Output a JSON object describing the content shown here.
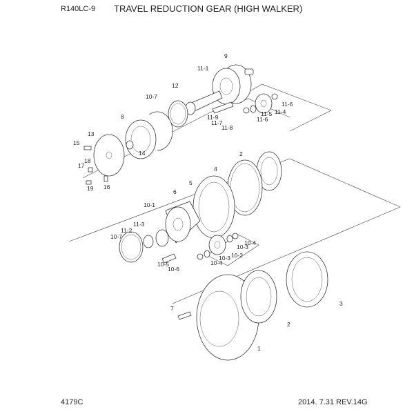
{
  "header": {
    "model": "R140LC-9",
    "title": "TRAVEL REDUCTION GEAR (HIGH WALKER)"
  },
  "footer": {
    "code": "4179C",
    "revision": "2014. 7.31  REV.14G"
  },
  "callouts": [
    "9",
    "11-1",
    "12",
    "10-7",
    "8",
    "11-6",
    "11-5",
    "11-4",
    "11-6",
    "11-9",
    "11-7",
    "11-8",
    "13",
    "15",
    "14",
    "18",
    "17",
    "19",
    "16",
    "2",
    "4",
    "5",
    "6",
    "10-1",
    "11-3",
    "11-2",
    "10-7",
    "10-4",
    "10-3",
    "10-2",
    "10-3",
    "10-4",
    "10-5",
    "10-6",
    "7",
    "3",
    "2",
    "1"
  ]
}
